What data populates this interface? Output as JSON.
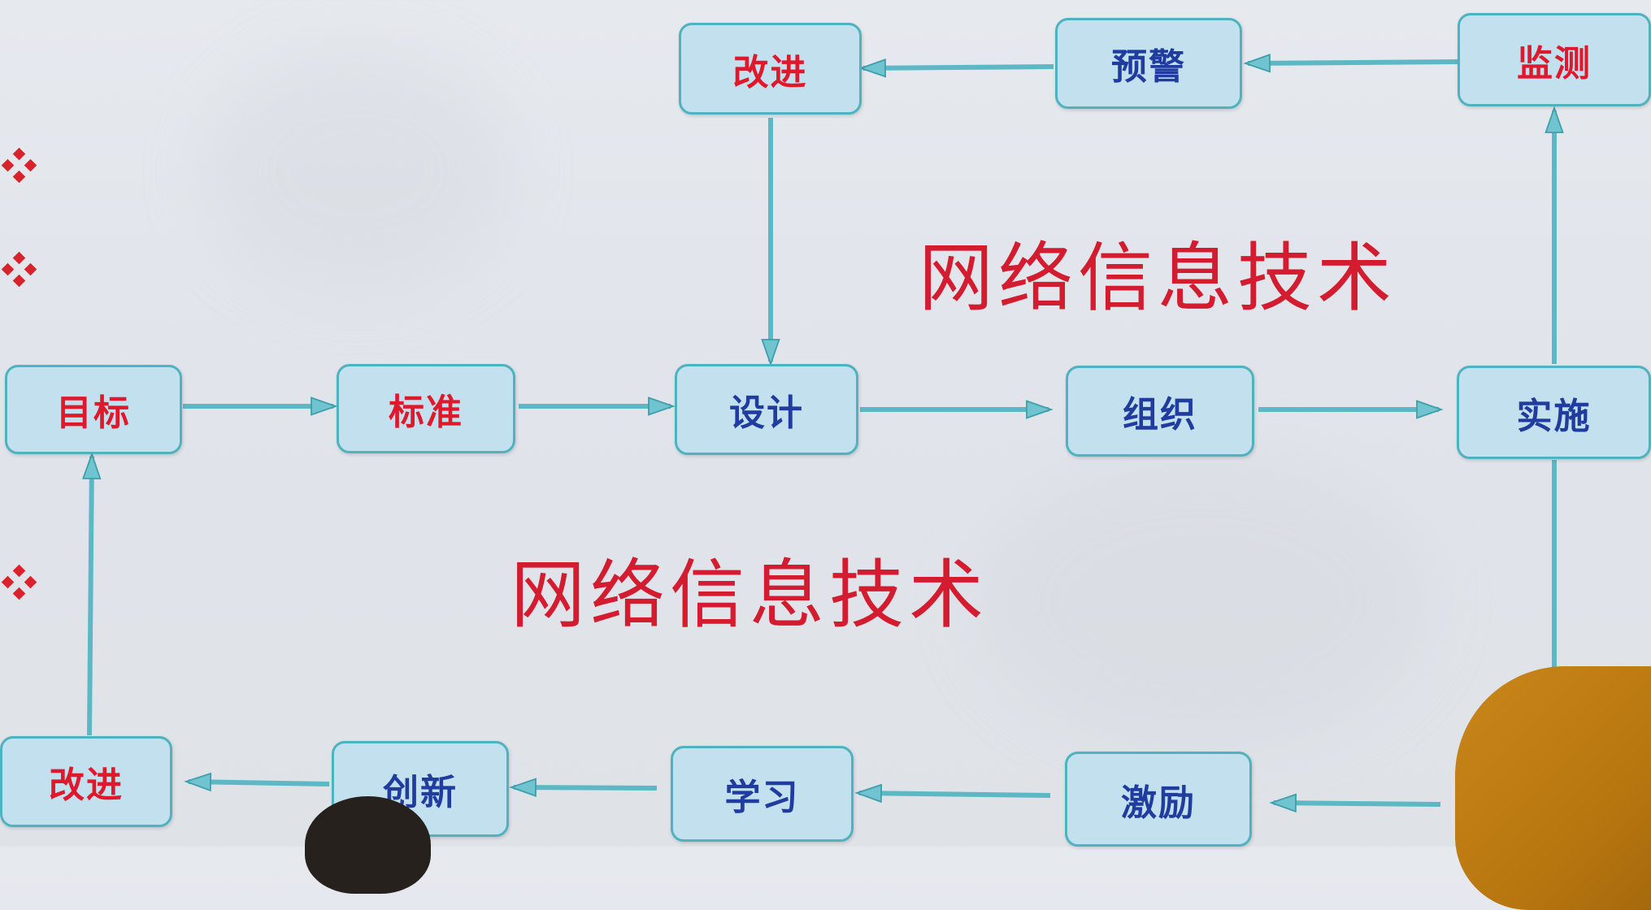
{
  "diagram": {
    "title_upper": "网络信息技术",
    "title_lower": "网络信息技术",
    "nodes": {
      "goal": "目标",
      "standard": "标准",
      "design": "设计",
      "organize": "组织",
      "implement": "实施",
      "monitor": "监测",
      "warning": "预警",
      "improve_top": "改进",
      "incentive": "激励",
      "learning": "学习",
      "innovation": "创新",
      "improve_bottom": "改进"
    },
    "colors": {
      "node_fill": "#c2e0ee",
      "node_border": "#4fb3bf",
      "arrow": "#5cb8c4",
      "text_red": "#e0182c",
      "text_blue": "#1f3c9e",
      "title_red": "#d31c30"
    }
  }
}
